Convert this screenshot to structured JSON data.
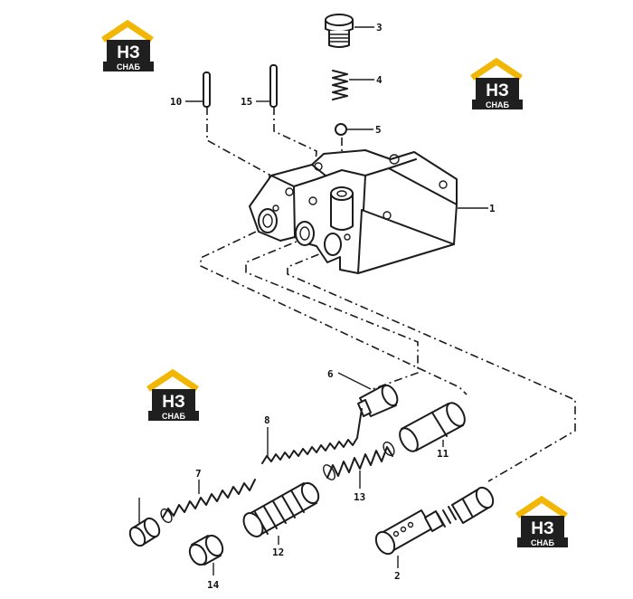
{
  "brand": {
    "logo_main": "НЗ",
    "logo_sub": "СНАБ",
    "colors": {
      "roof": "#f2b705",
      "box": "#1f1f1f",
      "text": "#ffffff"
    }
  },
  "callouts": [
    {
      "id": "c1",
      "text": "1"
    },
    {
      "id": "c2",
      "text": "2"
    },
    {
      "id": "c3",
      "text": "3"
    },
    {
      "id": "c4",
      "text": "4"
    },
    {
      "id": "c5",
      "text": "5"
    },
    {
      "id": "c6",
      "text": "6"
    },
    {
      "id": "c7",
      "text": "7"
    },
    {
      "id": "c8",
      "text": "8"
    },
    {
      "id": "c10",
      "text": "10"
    },
    {
      "id": "c11",
      "text": "11"
    },
    {
      "id": "c12",
      "text": "12"
    },
    {
      "id": "c13",
      "text": "13"
    },
    {
      "id": "c14",
      "text": "14"
    },
    {
      "id": "c15",
      "text": "15"
    }
  ]
}
